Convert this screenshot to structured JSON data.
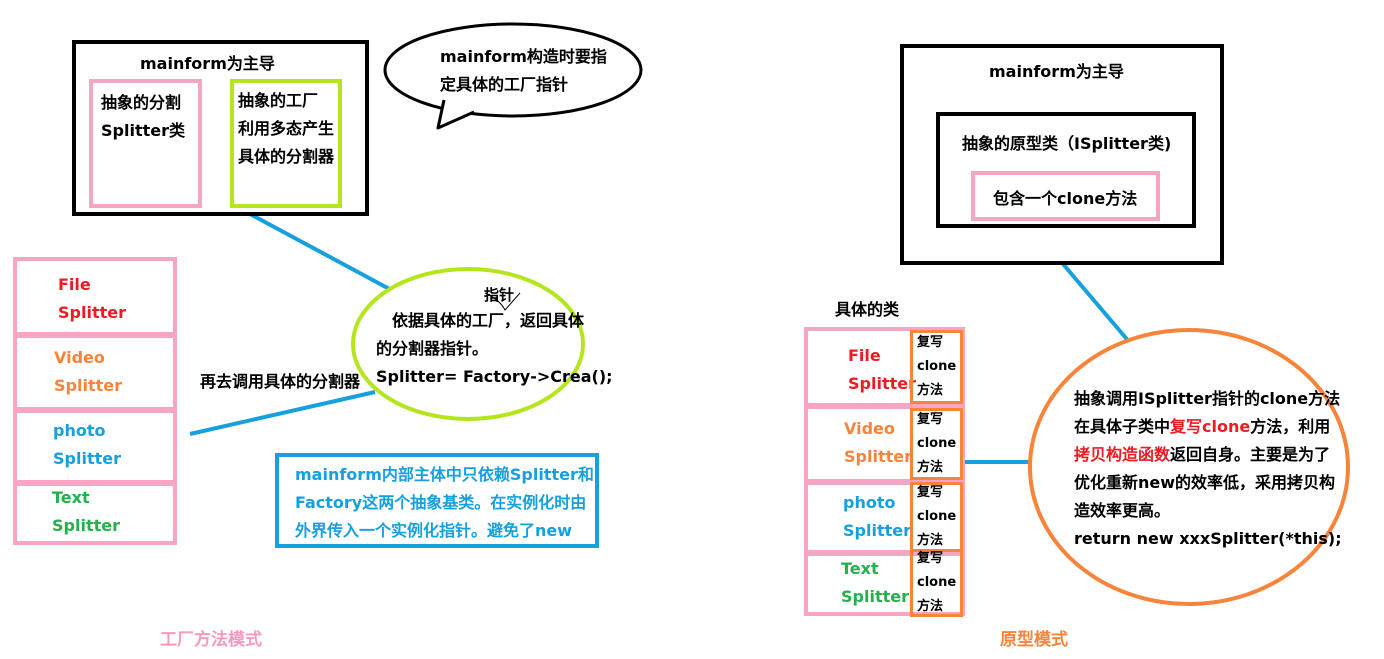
{
  "colors": {
    "black": "#000000",
    "pink": "#f4a6c4",
    "lime": "#b5e61d",
    "blue": "#16a0dd",
    "orange": "#f7843a",
    "red": "#ed1c24",
    "green": "#22b14c",
    "title_pink": "#f49ac1"
  },
  "left": {
    "main_box": {
      "title": "mainform为主导",
      "pink_lines": [
        "抽象的分割",
        "Splitter类"
      ],
      "lime_lines": [
        "抽象的工厂",
        "利用多态产生",
        "具体的分割器"
      ]
    },
    "speech": [
      "mainform构造时要指",
      "定具体的工厂指针"
    ],
    "splitters": [
      {
        "line1": "File",
        "line2": "Splitter",
        "color": "#ed1c24"
      },
      {
        "line1": "Video",
        "line2": "Splitter",
        "color": "#f7843a"
      },
      {
        "line1": "photo",
        "line2": "Splitter",
        "color": "#16a0dd"
      },
      {
        "line1": "Text",
        "line2": "Splitter",
        "color": "#22b14c"
      }
    ],
    "call_label": "再去调用具体的分割器",
    "ellipse_note": "指针",
    "ellipse_lines": [
      "依据具体的工厂，返回具体",
      "的分割器指针。",
      "Splitter= Factory->Crea();"
    ],
    "blue_box_lines": [
      "mainform内部主体中只依赖Splitter和",
      "Factory这两个抽象基类。在实例化时由",
      "外界传入一个实例化指针。避免了new"
    ],
    "caption": "工厂方法模式"
  },
  "right": {
    "main_box": {
      "title": "mainform为主导",
      "inner_title": "抽象的原型类（ISplitter类)",
      "inner_pink": "包含一个clone方法"
    },
    "concrete_label": "具体的类",
    "clone_lines": [
      "复写",
      "clone",
      "方法"
    ],
    "splitters": [
      {
        "line1": "File",
        "line2": "Splitter",
        "color": "#ed1c24"
      },
      {
        "line1": "Video",
        "line2": "Splitter",
        "color": "#f7843a"
      },
      {
        "line1": "photo",
        "line2": "Splitter",
        "color": "#16a0dd"
      },
      {
        "line1": "Text",
        "line2": "Splitter",
        "color": "#22b14c"
      }
    ],
    "circle": {
      "l1": "抽象调用ISplitter指针的clone方法",
      "l2a": "在具体子类中",
      "l2b": "复写clone",
      "l2c": "方法，利用",
      "l3a": "拷贝构造函数",
      "l3b": "返回自身。主要是为了",
      "l4": "优化重新new的效率低，采用拷贝构",
      "l5": "造效率更高。",
      "l6": "return new xxxSplitter(*this);"
    },
    "caption": "原型模式"
  }
}
